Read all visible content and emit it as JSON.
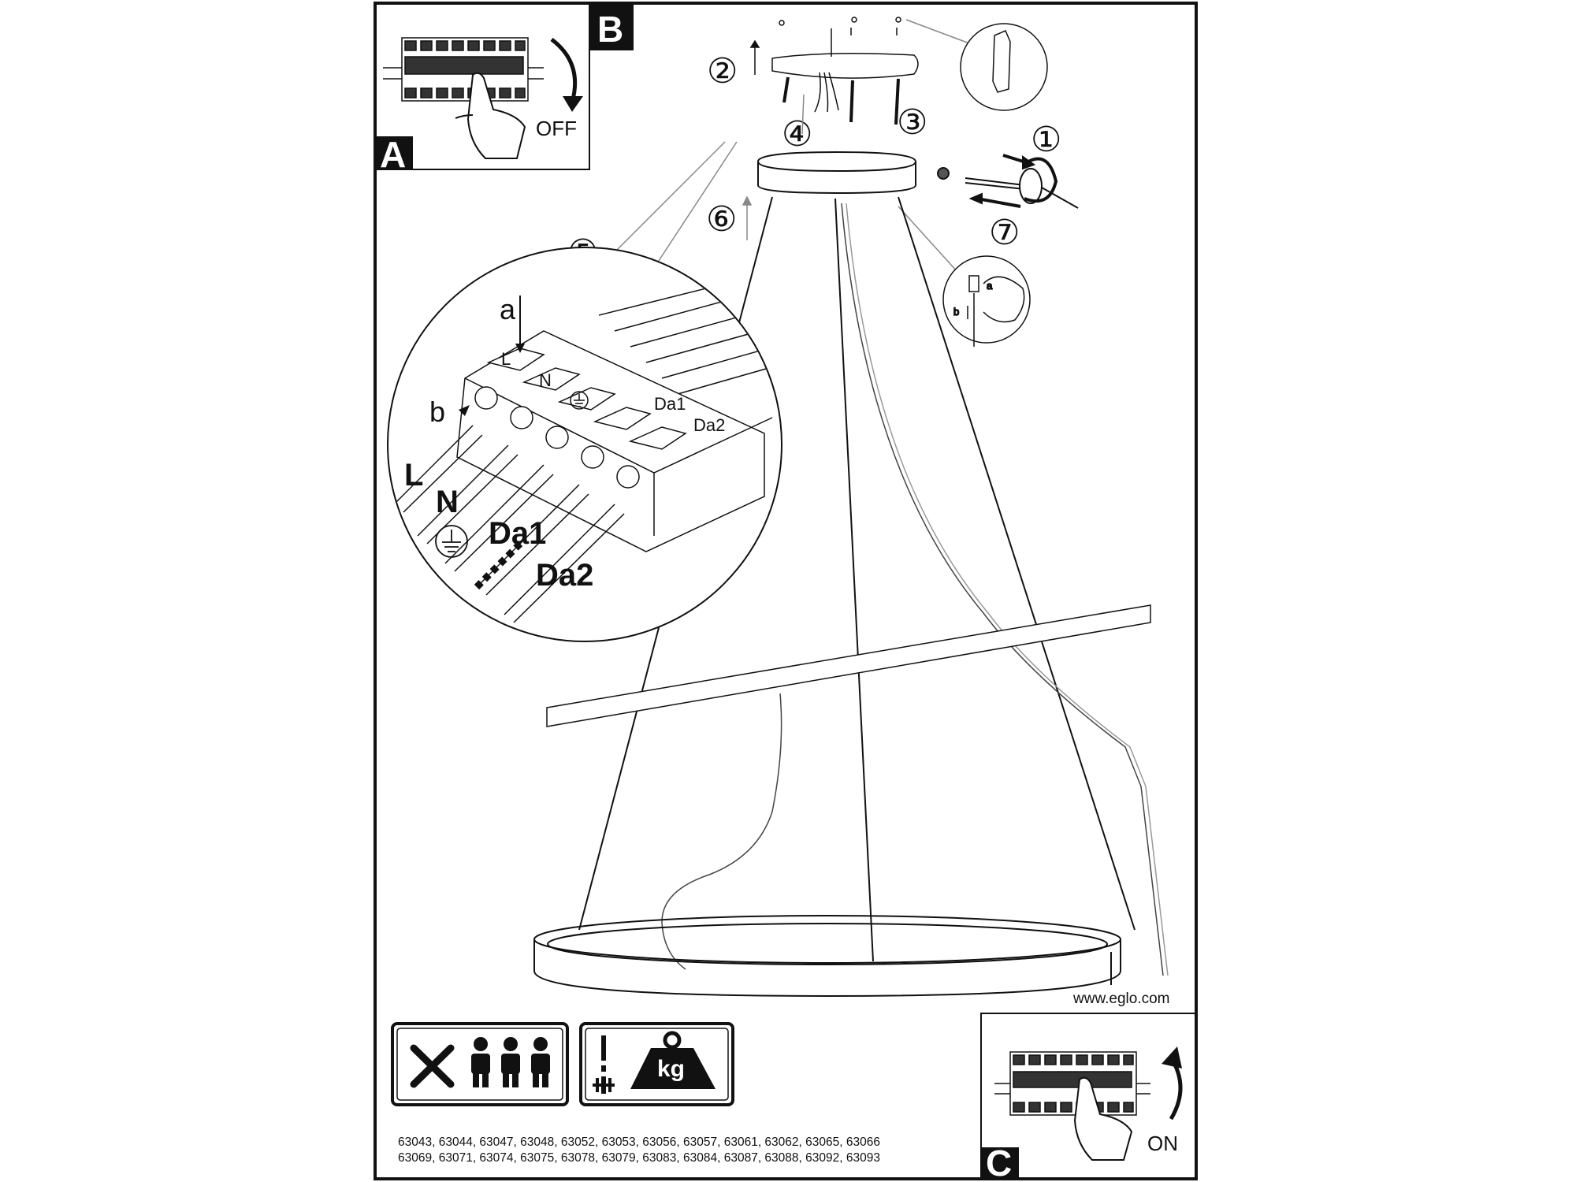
{
  "panels": {
    "a": {
      "letter": "A"
    },
    "b": {
      "letter": "B",
      "label": "OFF"
    },
    "c": {
      "letter": "C",
      "label": "ON"
    }
  },
  "steps": [
    "①",
    "②",
    "③",
    "④",
    "⑤",
    "⑥",
    "⑦"
  ],
  "detail_top": {
    "a": "a",
    "b": "b"
  },
  "terminal_labels": {
    "L": "L",
    "N": "N",
    "Da1": "Da1",
    "Da2": "Da2"
  },
  "wire_labels": {
    "L": "L",
    "N": "N",
    "Da1": "Da1",
    "Da2": "Da2"
  },
  "clip_detail": {
    "a": "a",
    "b": "b"
  },
  "website": "www.eglo.com",
  "weight_icon_text": "kg",
  "article_numbers": [
    "63043, 63044, 63047, 63048, 63052, 63053, 63056, 63057, 63061, 63062, 63065, 63066",
    "63069, 63071, 63074, 63075, 63078, 63079, 63083, 63084, 63087, 63088, 63092, 63093"
  ],
  "icons": [
    "tools-icon",
    "three-persons-icon",
    "caution-icon",
    "weight-kg-icon",
    "breaker-icon",
    "hand-icon",
    "ground-symbol-icon"
  ]
}
